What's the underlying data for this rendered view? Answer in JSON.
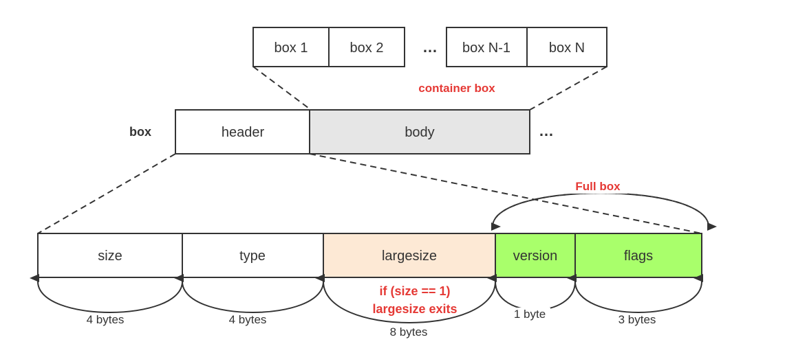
{
  "container": {
    "boxes": [
      "box 1",
      "box 2",
      "box N-1",
      "box N"
    ],
    "ellipsis": "…",
    "label": "container box"
  },
  "box_row": {
    "label": "box",
    "header": "header",
    "body": "body",
    "ellipsis": "…"
  },
  "header_fields": {
    "size": "size",
    "type": "type",
    "largesize": "largesize",
    "version": "version",
    "flags": "flags"
  },
  "full_box_label": "Full box",
  "condition_note": [
    "if (size == 1)",
    "largesize exits"
  ],
  "byte_labels": {
    "size": "4 bytes",
    "type": "4 bytes",
    "largesize": "8 bytes",
    "version": "1 byte",
    "flags": "3 bytes"
  },
  "colors": {
    "body_fill": "#e6e6e6",
    "largesize_fill": "#fde9d5",
    "fullbox_fill": "#a9ff6b",
    "accent_red": "#e53935",
    "line": "#333333"
  }
}
